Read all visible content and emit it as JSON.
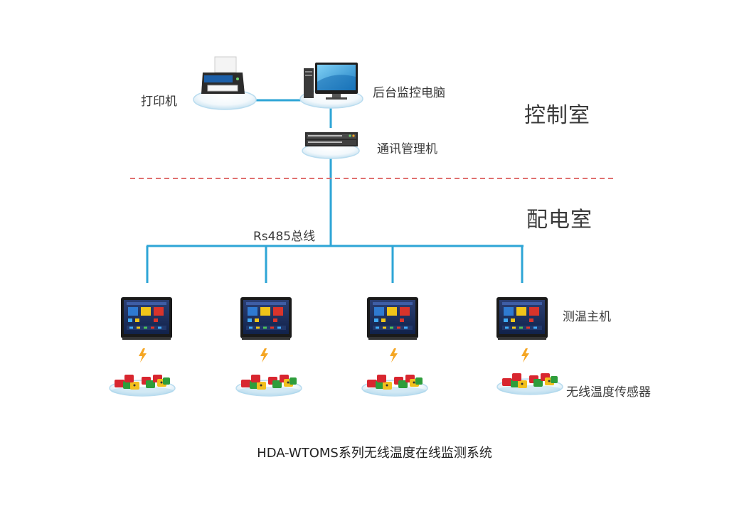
{
  "control_room": {
    "label": "控制室",
    "printer_label": "打印机",
    "pc_label": "后台监控电脑",
    "comm_label": "通讯管理机"
  },
  "power_room": {
    "label": "配电室",
    "bus_label": "Rs485总线",
    "host_label": "测温主机",
    "sensor_label": "无线温度传感器",
    "host_count": 4
  },
  "caption": "HDA-WTOMS系列无线温度在线监测系统",
  "colors": {
    "line": "#2ea5d6",
    "divider": "#e0706f",
    "bolt": "#f5a623",
    "sensor_red": "#d8262f",
    "sensor_green": "#2e9d3b",
    "sensor_yellow": "#f2c01e"
  }
}
